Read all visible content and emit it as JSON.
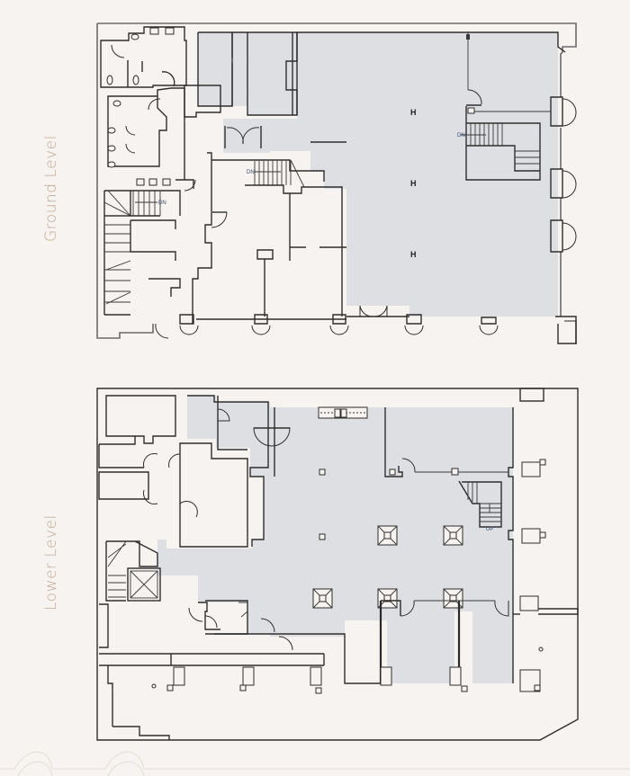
{
  "levels": [
    {
      "id": "ground",
      "label": "Ground Level",
      "room_tags": [
        "H",
        "H",
        "H"
      ],
      "stair_tags": [
        "DN",
        "DN",
        "DN"
      ]
    },
    {
      "id": "lower",
      "label": "Lower Level",
      "stair_tags": [
        "UP"
      ]
    }
  ],
  "colors": {
    "background": "#f6f3f0",
    "highlight_zone": "#dddfe3",
    "label": "#c2a995",
    "walls": "#2e2e2e"
  }
}
